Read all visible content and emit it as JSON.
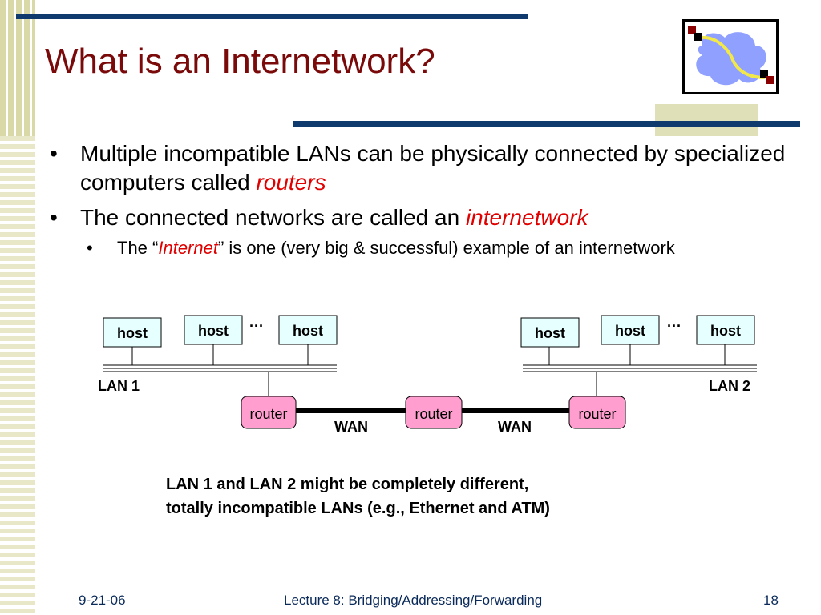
{
  "title": "What is an Internetwork?",
  "bullets": [
    {
      "text": "Multiple incompatible LANs can be physically connected by specialized computers called ",
      "emph": "routers"
    },
    {
      "text": "The connected networks are called an ",
      "emph": "internetwork"
    }
  ],
  "sub_bullet": {
    "pre": "The “",
    "emph": "Internet",
    "post": "” is one (very big & successful) example of an internetwork"
  },
  "diagram": {
    "host_label": "host",
    "ellipsis": "···",
    "router_label": "router",
    "wan_label": "WAN",
    "lan1_label": "LAN 1",
    "lan2_label": "LAN 2"
  },
  "note_lines": [
    "LAN 1 and LAN 2 might be completely different,",
    "totally incompatible LANs (e.g., Ethernet and ATM)"
  ],
  "footer": {
    "date": "9-21-06",
    "lecture": "Lecture 8: Bridging/Addressing/Forwarding",
    "page": "18"
  },
  "colors": {
    "title": "#7a0a0a",
    "emphasis": "#e00000",
    "bar": "#0f3a6e",
    "host_fill": "#e6ffff",
    "router_fill": "#ff9ecf",
    "cloud": "#8fa0ff",
    "path": "#f2e84a",
    "node": "#8a0000"
  },
  "logo_icon": "network-cloud-icon"
}
